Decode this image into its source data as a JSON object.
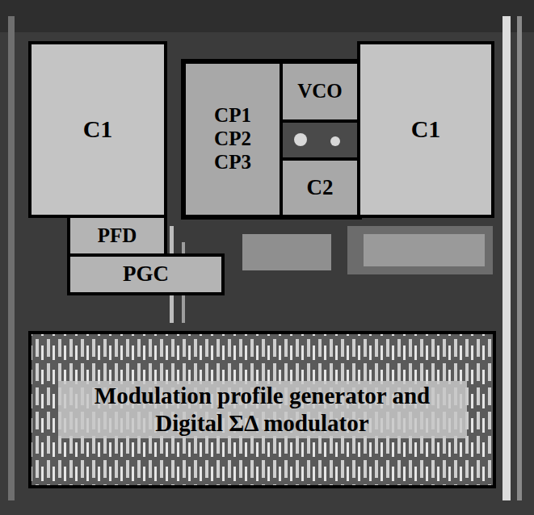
{
  "diagram": {
    "nodes": [
      {
        "text": [
          "C1"
        ]
      },
      {
        "text": [
          "CP1",
          "CP2",
          "CP3"
        ]
      },
      {
        "text": [
          "VCO"
        ]
      },
      {
        "text": [
          "C2"
        ]
      },
      {
        "text": [
          "C1"
        ]
      },
      {
        "text": [
          "PFD"
        ]
      },
      {
        "text": [
          "PGC"
        ]
      },
      {
        "text": [
          "Modulation profile generator and Digital ΣΔ modulator"
        ]
      }
    ]
  }
}
